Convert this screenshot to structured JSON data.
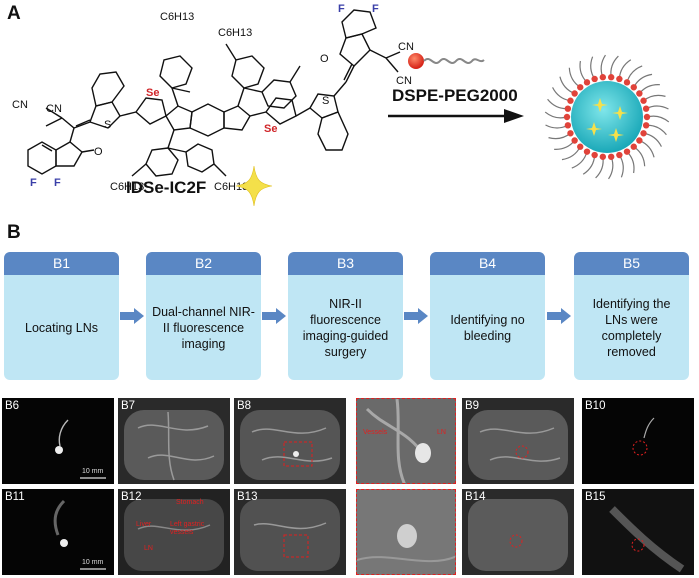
{
  "panels": {
    "a_label": "A",
    "b_label": "B"
  },
  "chemistry": {
    "molecule_name": "IDSe-IC2F",
    "reagent": "DSPE-PEG2000",
    "substituent": "C6H13",
    "se": "Se",
    "s": "S",
    "cn": "CN",
    "f": "F",
    "o": "O"
  },
  "steps": [
    {
      "id": "B1",
      "text": "Locating LNs"
    },
    {
      "id": "B2",
      "text": "Dual-channel NIR-II fluorescence imaging"
    },
    {
      "id": "B3",
      "text": "NIR-II fluorescence imaging-guided surgery"
    },
    {
      "id": "B4",
      "text": "Identifying no bleeding"
    },
    {
      "id": "B5",
      "text": "Identifying the LNs were completely removed"
    }
  ],
  "images": {
    "row1": [
      "B6",
      "B7",
      "B8",
      "",
      "B9",
      "B10"
    ],
    "row2": [
      "B11",
      "B12",
      "B13",
      "",
      "B14",
      "B15"
    ],
    "scale_bar": "10 mm",
    "b8_annotations": [
      "Vessels",
      "LN"
    ],
    "b12_annotations": [
      "Stomach",
      "Liver",
      "Left gastric vessels",
      "LN"
    ]
  },
  "colors": {
    "step_header": "#5a87c4",
    "step_body": "#bfe6f4",
    "arrow": "#5a87c4",
    "highlight": "#e02020"
  }
}
